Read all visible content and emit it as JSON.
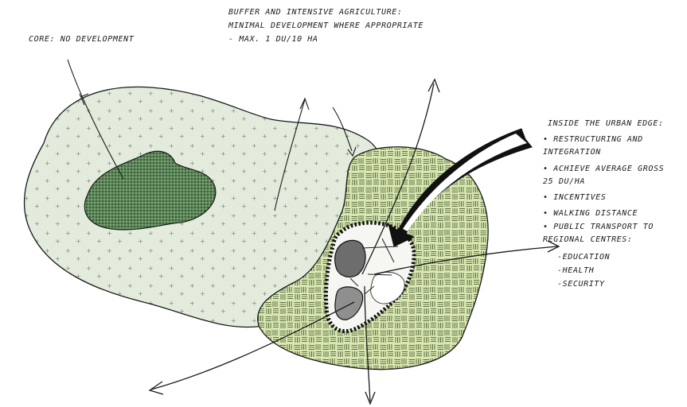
{
  "labels": {
    "core": "CORE: NO DEVELOPMENT",
    "buffer_line1": "BUFFER AND INTENSIVE AGRICULTURE:",
    "buffer_line2": "MINIMAL DEVELOPMENT WHERE APPROPRIATE",
    "buffer_line3": "- MAX. 1 DU/10 HA",
    "urban_title": "INSIDE THE URBAN EDGE:",
    "urban_items": [
      "• RESTRUCTURING AND",
      "  INTEGRATION",
      "• ACHIEVE AVERAGE GROSS",
      "  25 DU/HA",
      "• INCENTIVES",
      "• WALKING DISTANCE",
      "• PUBLIC TRANSPORT TO",
      "  REGIONAL CENTRES:",
      "  -EDUCATION",
      "  -HEALTH",
      "  -SECURITY"
    ]
  },
  "colors": {
    "outer_zone": "#e3ecdc",
    "core_zone": "#4f7a4c",
    "buffer_zone": "#d9e8b0",
    "ink": "#1a1a1a"
  }
}
